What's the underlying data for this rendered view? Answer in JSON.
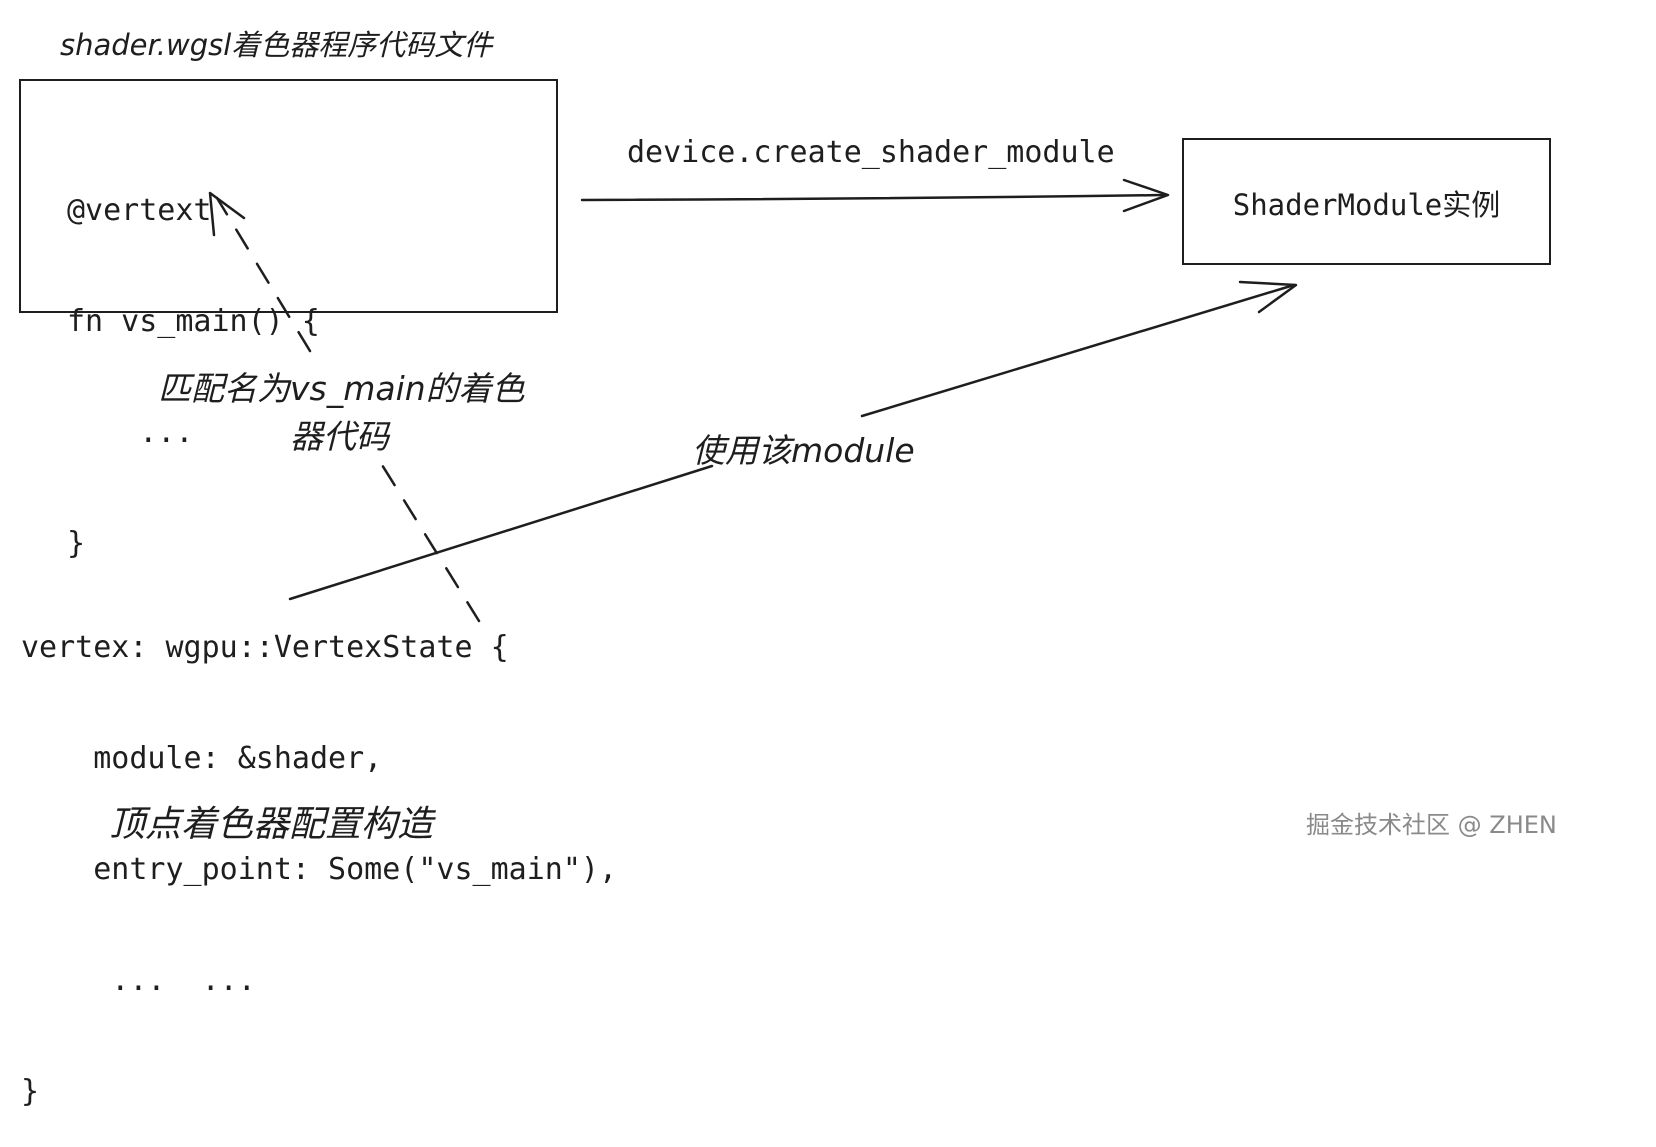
{
  "file_label": "shader.wgsl着色器程序代码文件",
  "shader_code": {
    "line1": "@vertext",
    "line2": "fn vs_main() {",
    "line3": "    ...",
    "line4": "}"
  },
  "create_label": "device.create_shader_module",
  "module_box_label": "ShaderModule实例",
  "match_label": {
    "line1": "匹配名为vs_main的着色",
    "line2": "器代码"
  },
  "use_label": "使用该module",
  "vertex_code": {
    "line1": "vertex: wgpu::VertexState {",
    "line2": "    module: &shader,",
    "line3": "    entry_point: Some(\"vs_main\"),",
    "line4": "     ...  ...",
    "line5": "}"
  },
  "caption": "顶点着色器配置构造",
  "watermark": "掘金技术社区 @ ZHEN",
  "colors": {
    "stroke": "#1e1e1e",
    "watermark": "#8a8a8a",
    "background": "#ffffff"
  }
}
